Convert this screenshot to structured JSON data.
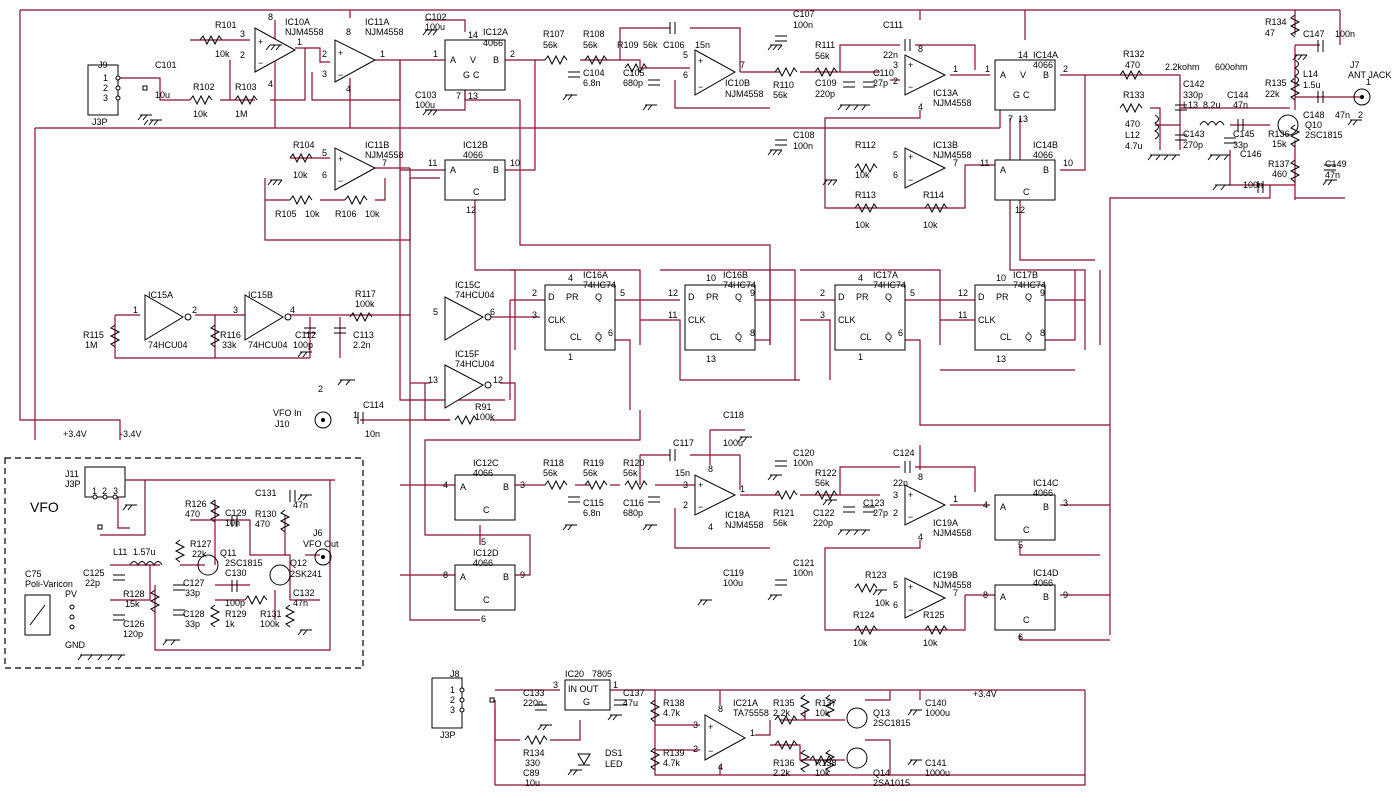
{
  "diagram": {
    "ics": {
      "ic10a": {
        "ref": "IC10A",
        "part": "NJM4558"
      },
      "ic11a": {
        "ref": "IC11A",
        "part": "NJM4558"
      },
      "ic11b": {
        "ref": "IC11B",
        "part": "NJM4558"
      },
      "ic10b": {
        "ref": "IC10B",
        "part": "NJM4558"
      },
      "ic13a": {
        "ref": "IC13A",
        "part": "NJM4558"
      },
      "ic13b": {
        "ref": "IC13B",
        "part": "NJM4558"
      },
      "ic18a": {
        "ref": "IC18A",
        "part": "NJM4558"
      },
      "ic19a": {
        "ref": "IC19A",
        "part": "NJM4558"
      },
      "ic19b": {
        "ref": "IC19B",
        "part": "NJM4558"
      },
      "ic12a": {
        "ref": "IC12A",
        "part": "4066"
      },
      "ic12b": {
        "ref": "IC12B",
        "part": "4066"
      },
      "ic12c": {
        "ref": "IC12C",
        "part": "4066"
      },
      "ic12d": {
        "ref": "IC12D",
        "part": "4066"
      },
      "ic14a": {
        "ref": "IC14A",
        "part": "4066"
      },
      "ic14b": {
        "ref": "IC14B",
        "part": "4066"
      },
      "ic14c": {
        "ref": "IC14C",
        "part": "4066"
      },
      "ic14d": {
        "ref": "IC14D",
        "part": "4066"
      },
      "ic15a": {
        "ref": "IC15A",
        "part": "74HCU04"
      },
      "ic15b": {
        "ref": "IC15B",
        "part": "74HCU04"
      },
      "ic15c": {
        "ref": "IC15C",
        "part": "74HCU04"
      },
      "ic15f": {
        "ref": "IC15F",
        "part": "74HCU04"
      },
      "ic16a": {
        "ref": "IC16A",
        "part": "74HC74"
      },
      "ic16b": {
        "ref": "IC16B",
        "part": "74HC74"
      },
      "ic17a": {
        "ref": "IC17A",
        "part": "74HC74"
      },
      "ic17b": {
        "ref": "IC17B",
        "part": "74HC74"
      },
      "ic20": {
        "ref": "IC20",
        "part": "7805"
      },
      "ic21a": {
        "ref": "IC21A",
        "part": "TA75558"
      }
    },
    "resistors": [
      {
        "ref": "R101",
        "val": "10k"
      },
      {
        "ref": "R102",
        "val": "10k"
      },
      {
        "ref": "R103",
        "val": "1M"
      },
      {
        "ref": "R104",
        "val": "10k"
      },
      {
        "ref": "R105",
        "val": "10k"
      },
      {
        "ref": "R106",
        "val": "10k"
      },
      {
        "ref": "R107",
        "val": "56k"
      },
      {
        "ref": "R108",
        "val": "56k"
      },
      {
        "ref": "R109",
        "val": "56k"
      },
      {
        "ref": "R110",
        "val": "56k"
      },
      {
        "ref": "R111",
        "val": "56k"
      },
      {
        "ref": "R112",
        "val": "10k"
      },
      {
        "ref": "R113",
        "val": "10k"
      },
      {
        "ref": "R114",
        "val": "10k"
      },
      {
        "ref": "R115",
        "val": "1M"
      },
      {
        "ref": "R116",
        "val": "33k"
      },
      {
        "ref": "R117",
        "val": "100k"
      },
      {
        "ref": "R91",
        "val": "100k"
      },
      {
        "ref": "R118",
        "val": "56k"
      },
      {
        "ref": "R119",
        "val": "56k"
      },
      {
        "ref": "R120",
        "val": "56k"
      },
      {
        "ref": "R121",
        "val": "56k"
      },
      {
        "ref": "R122",
        "val": "56k"
      },
      {
        "ref": "R123",
        "val": "10k"
      },
      {
        "ref": "R124",
        "val": "10k"
      },
      {
        "ref": "R125",
        "val": "10k"
      },
      {
        "ref": "R126",
        "val": "470"
      },
      {
        "ref": "R127",
        "val": "22k"
      },
      {
        "ref": "R128",
        "val": "15k"
      },
      {
        "ref": "R129",
        "val": "1k"
      },
      {
        "ref": "R130",
        "val": "470"
      },
      {
        "ref": "R131",
        "val": "100k"
      },
      {
        "ref": "R132",
        "val": "470"
      },
      {
        "ref": "R133",
        "val": "470"
      },
      {
        "ref": "R134",
        "val": "47"
      },
      {
        "ref": "R135",
        "val": "22k"
      },
      {
        "ref": "R136",
        "val": "15k"
      },
      {
        "ref": "R137",
        "val": "460"
      },
      {
        "ref": "R138",
        "val": "4.7k"
      },
      {
        "ref": "R139",
        "val": "4.7k"
      },
      {
        "ref": "R134",
        "val": "330"
      },
      {
        "ref": "R135",
        "val": "2.2k"
      },
      {
        "ref": "R136",
        "val": "2.2k"
      },
      {
        "ref": "R137",
        "val": "10k"
      },
      {
        "ref": "R138",
        "val": "10k"
      }
    ],
    "capacitors": [
      {
        "ref": "C101",
        "val": "10u"
      },
      {
        "ref": "C102",
        "val": "100u"
      },
      {
        "ref": "C103",
        "val": "100u"
      },
      {
        "ref": "C104",
        "val": "6.8n"
      },
      {
        "ref": "C105",
        "val": "680p"
      },
      {
        "ref": "C106",
        "val": "15n"
      },
      {
        "ref": "C107",
        "val": "100n"
      },
      {
        "ref": "C108",
        "val": "100n"
      },
      {
        "ref": "C109",
        "val": "220p"
      },
      {
        "ref": "C110",
        "val": "27p"
      },
      {
        "ref": "C111",
        "val": "22n"
      },
      {
        "ref": "C112",
        "val": "100p"
      },
      {
        "ref": "C113",
        "val": "2.2n"
      },
      {
        "ref": "C114",
        "val": "10n"
      },
      {
        "ref": "C115",
        "val": "6.8n"
      },
      {
        "ref": "C116",
        "val": "680p"
      },
      {
        "ref": "C117",
        "val": "15n"
      },
      {
        "ref": "C118",
        "val": "100u"
      },
      {
        "ref": "C119",
        "val": "100u"
      },
      {
        "ref": "C120",
        "val": "100n"
      },
      {
        "ref": "C121",
        "val": "100n"
      },
      {
        "ref": "C122",
        "val": "220p"
      },
      {
        "ref": "C123",
        "val": "27p"
      },
      {
        "ref": "C124",
        "val": "22n"
      },
      {
        "ref": "C125",
        "val": "22p"
      },
      {
        "ref": "C126",
        "val": "120p"
      },
      {
        "ref": "C127",
        "val": "33p"
      },
      {
        "ref": "C128",
        "val": "33p"
      },
      {
        "ref": "C129",
        "val": "10n"
      },
      {
        "ref": "C130",
        "val": "100p"
      },
      {
        "ref": "C131",
        "val": "47n"
      },
      {
        "ref": "C132",
        "val": "47n"
      },
      {
        "ref": "C133",
        "val": "220n"
      },
      {
        "ref": "C137",
        "val": "47u"
      },
      {
        "ref": "C140",
        "val": "1000u"
      },
      {
        "ref": "C141",
        "val": "1000u"
      },
      {
        "ref": "C142",
        "val": "330p"
      },
      {
        "ref": "C143",
        "val": "270p"
      },
      {
        "ref": "C144",
        "val": "47n"
      },
      {
        "ref": "C145",
        "val": "33p"
      },
      {
        "ref": "C146",
        "val": "100n"
      },
      {
        "ref": "C147",
        "val": "100n"
      },
      {
        "ref": "C148",
        "val": "47n"
      },
      {
        "ref": "C149",
        "val": "47n"
      },
      {
        "ref": "C89",
        "val": "10u"
      },
      {
        "ref": "C75",
        "val": "Poli-Varicon"
      }
    ],
    "inductors": [
      {
        "ref": "L11",
        "val": "1.57u"
      },
      {
        "ref": "L12",
        "val": "4.7u"
      },
      {
        "ref": "L13",
        "val": "8.2u"
      },
      {
        "ref": "L14",
        "val": "1.5u"
      }
    ],
    "transistors": [
      {
        "ref": "Q10",
        "part": "2SC1815"
      },
      {
        "ref": "Q11",
        "part": "2SC1815"
      },
      {
        "ref": "Q12",
        "part": "2SK241"
      },
      {
        "ref": "Q13",
        "part": "2SC1815"
      },
      {
        "ref": "Q14",
        "part": "2SA1015"
      }
    ],
    "connectors": {
      "j9": {
        "ref": "J9",
        "type": "J3P"
      },
      "j8": {
        "ref": "J8",
        "type": "J3P"
      },
      "j11": {
        "ref": "J11",
        "type": "J3P"
      },
      "j10": {
        "ref": "J10",
        "label": "VFO In"
      },
      "j6": {
        "ref": "J6",
        "label": "VFO Out"
      },
      "j7": {
        "ref": "J7",
        "label": "ANT JACK"
      }
    },
    "misc": {
      "ds1": "DS1",
      "led": "LED",
      "vfo_block": "VFO",
      "pv": "PV",
      "gnd": "GND",
      "plus_34": "+3.4V",
      "minus_34": "-3.4V",
      "imp_22k": "2.2kohm",
      "imp_600": "600ohm",
      "inout": "IN OUT",
      "g": "G"
    }
  }
}
